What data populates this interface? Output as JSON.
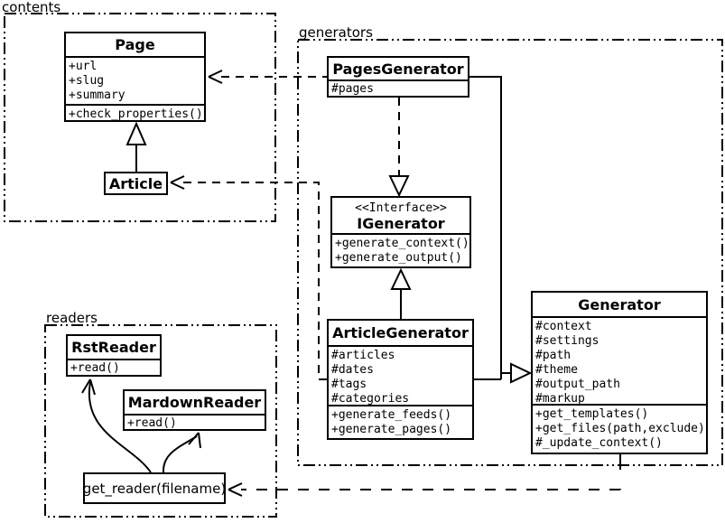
{
  "packages": {
    "contents": "contents",
    "generators": "generators",
    "readers": "readers"
  },
  "classes": {
    "page": {
      "title": "Page",
      "attrs": [
        "+url",
        "+slug",
        "+summary"
      ],
      "methods": [
        "+check_properties()"
      ]
    },
    "article": {
      "title": "Article"
    },
    "pages_generator": {
      "title": "PagesGenerator",
      "attrs": [
        "#pages"
      ]
    },
    "igenerator": {
      "stereotype": "<<Interface>>",
      "title": "IGenerator",
      "methods": [
        "+generate_context()",
        "+generate_output()"
      ]
    },
    "article_generator": {
      "title": "ArticleGenerator",
      "attrs": [
        "#articles",
        "#dates",
        "#tags",
        "#categories"
      ],
      "methods": [
        "+generate_feeds()",
        "+generate_pages()"
      ]
    },
    "generator": {
      "title": "Generator",
      "attrs": [
        "#context",
        "#settings",
        "#path",
        "#theme",
        "#output_path",
        "#markup"
      ],
      "methods": [
        "+get_templates()",
        "+get_files(path,exclude)",
        "#_update_context()"
      ]
    },
    "rst_reader": {
      "title": "RstReader",
      "methods": [
        "+read()"
      ]
    },
    "mardown_reader": {
      "title": "MardownReader",
      "methods": [
        "+read()"
      ]
    },
    "get_reader": {
      "label": "get_reader(filename)"
    }
  },
  "colors": {
    "stroke": "#000000",
    "background": "#ffffff"
  }
}
